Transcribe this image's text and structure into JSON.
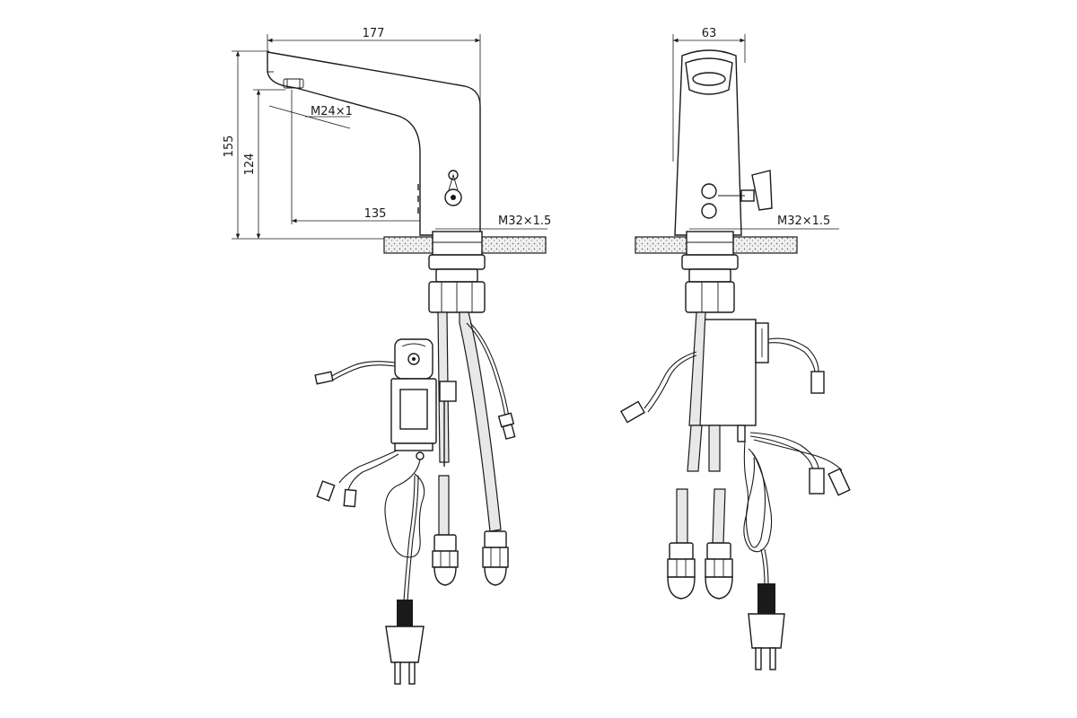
{
  "side_view": {
    "dim_width": "177",
    "dim_height_total": "155",
    "dim_height_spout": "124",
    "dim_reach": "135",
    "thread_aerator": "M24×1",
    "thread_mount": "M32×1.5"
  },
  "front_view": {
    "dim_width": "63",
    "thread_mount": "M32×1.5"
  },
  "colors": {
    "line": "#1a1a1a",
    "background": "#ffffff"
  }
}
